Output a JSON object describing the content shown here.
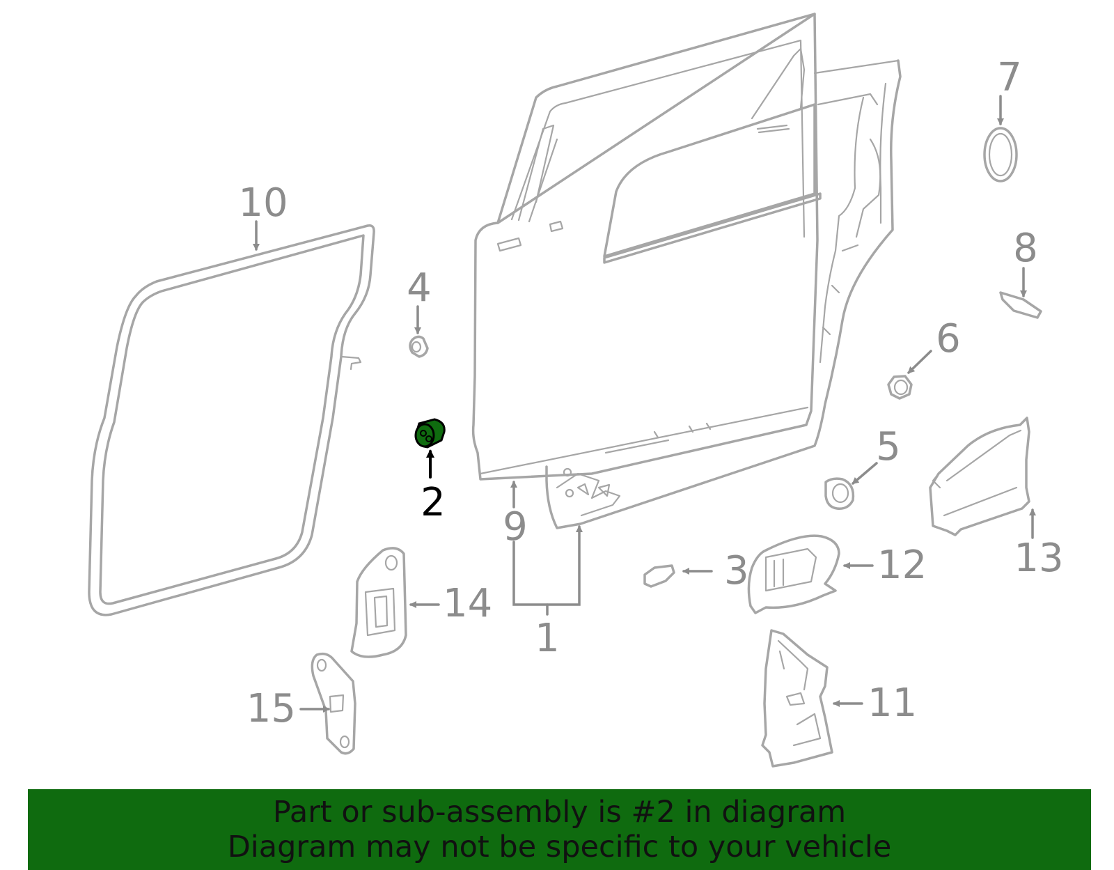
{
  "callouts": {
    "c1": "1",
    "c2": "2",
    "c3": "3",
    "c4": "4",
    "c5": "5",
    "c6": "6",
    "c7": "7",
    "c8": "8",
    "c9": "9",
    "c10": "10",
    "c11": "11",
    "c12": "12",
    "c13": "13",
    "c14": "14",
    "c15": "15"
  },
  "highlight": {
    "part_number": "2",
    "color": "#0f6b0f"
  },
  "banner": {
    "line1": "Part or sub-assembly is #2 in diagram",
    "line2": "Diagram may not be specific to your vehicle",
    "background": "#0f6b0f"
  }
}
